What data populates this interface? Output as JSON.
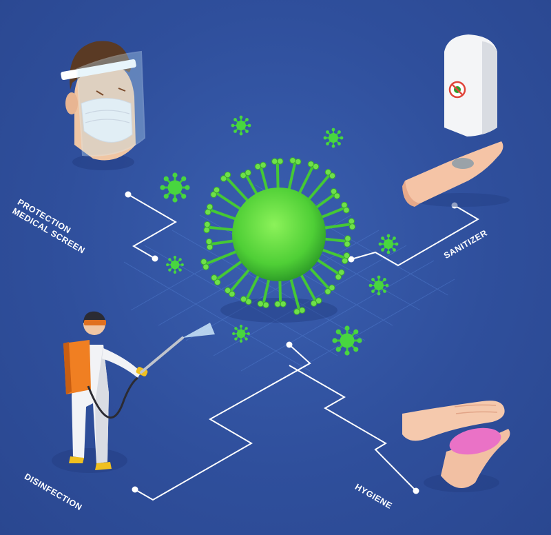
{
  "labels": {
    "protection_line1": "PROTECTION",
    "protection_line2": "MEDICAL SCREEN",
    "sanitizer": "SANITIZER",
    "disinfection": "DISINFECTION",
    "hygiene": "HYGIENE"
  },
  "colors": {
    "background": "#2f4f9c",
    "virus": "#5fd63a",
    "virus_dark": "#2e9f2a",
    "connector": "#ffffff",
    "grid": "#4d77c9"
  },
  "icons": {
    "protection": "face-shield-mask-icon",
    "sanitizer": "sanitizer-dispenser-hand-icon",
    "disinfection": "disinfection-worker-sprayer-icon",
    "hygiene": "hand-washing-soap-icon",
    "center": "coronavirus-icon"
  }
}
